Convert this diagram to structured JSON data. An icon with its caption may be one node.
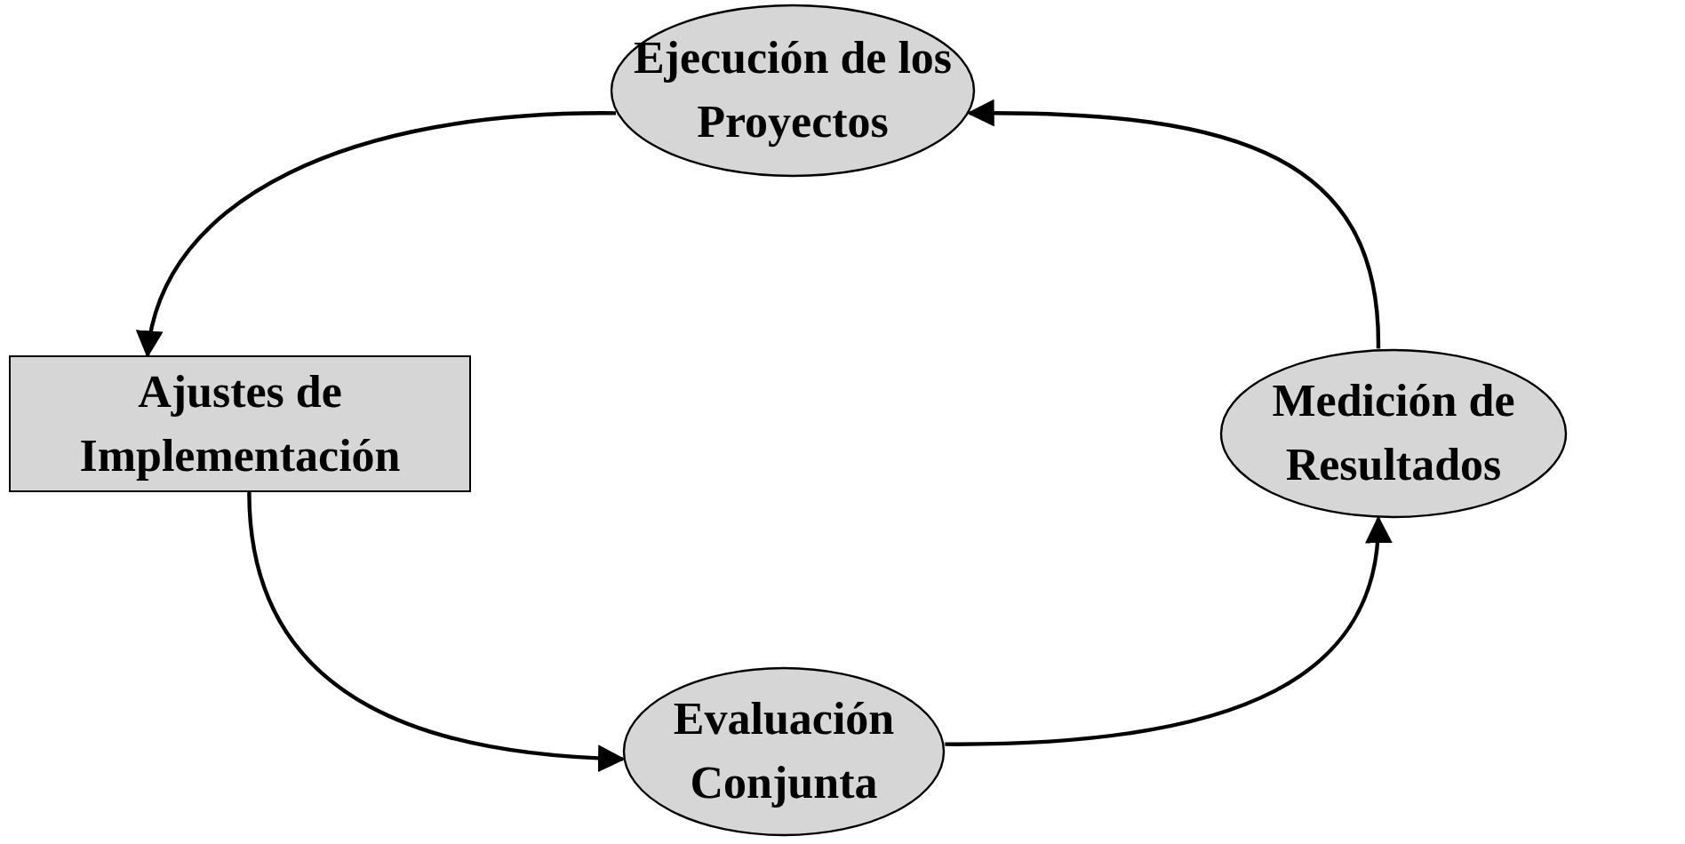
{
  "diagram": {
    "nodes": [
      {
        "text": [
          "Ejecución de los Proyectos"
        ]
      },
      {
        "text": [
          "Ajustes de Implementación"
        ]
      },
      {
        "text": [
          "Medición de Resultados"
        ]
      },
      {
        "text": [
          "Evaluación Conjunta"
        ]
      }
    ],
    "edges": [
      {
        "from": 0,
        "to": 1,
        "arrow": "to"
      },
      {
        "from": 1,
        "to": 3,
        "arrow": "to"
      },
      {
        "from": 3,
        "to": 2,
        "arrow": "to"
      },
      {
        "from": 2,
        "to": 0,
        "arrow": "to"
      }
    ]
  }
}
